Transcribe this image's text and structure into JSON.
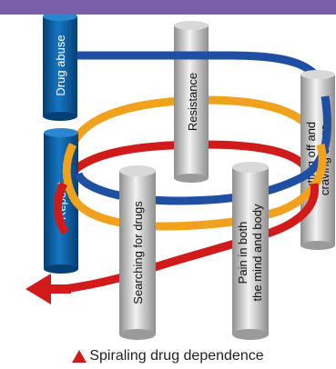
{
  "colors": {
    "top_band": "#7b5ea8",
    "blue_cylinder": "#0a5a9c",
    "gray_cylinder": "#b9b9b9",
    "blue_ring": "#1e4fa3",
    "orange_ring": "#f1a21c",
    "red_ring": "#d11b1b",
    "caption_mark": "#d11b1b"
  },
  "cylinders": {
    "drug_abuse": "Drug abuse",
    "resistance": "Resistance",
    "repeat": "Repeat",
    "cutting_off_line1": "Cutting off and",
    "cutting_off_line2": "craving drugs",
    "searching": "Searching for drugs",
    "pain_line1": "Pain in both",
    "pain_line2": "the mind and body"
  },
  "caption": {
    "icon": "red-triangle-icon",
    "text": "Spiraling drug dependence"
  }
}
